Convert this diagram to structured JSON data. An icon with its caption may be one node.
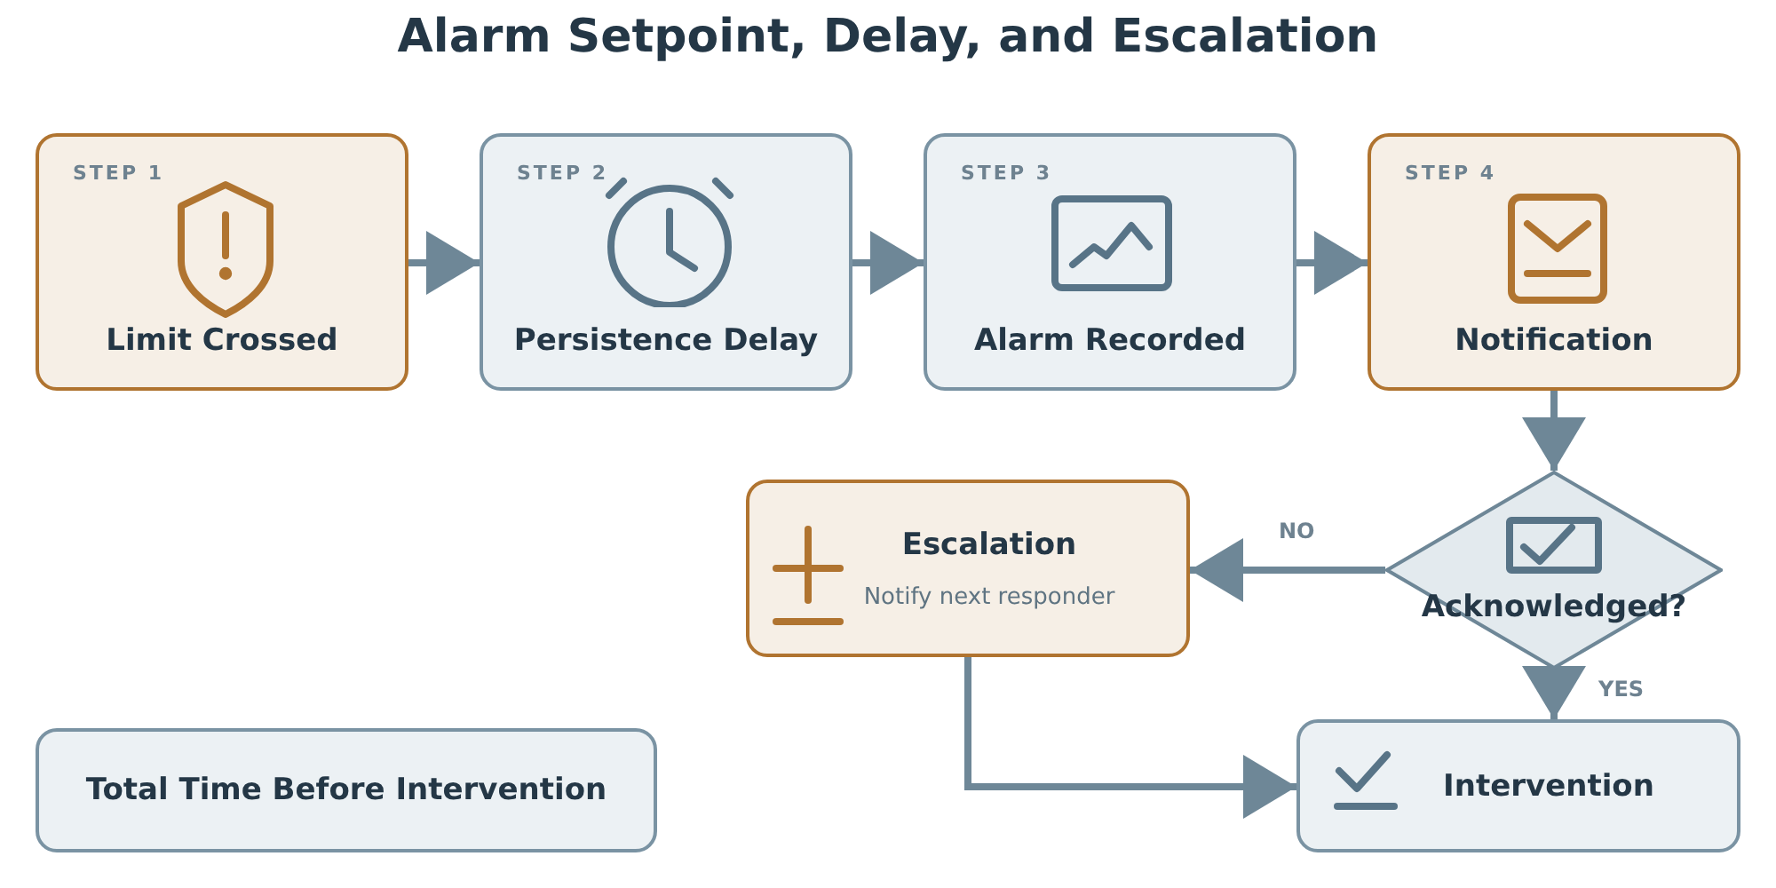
{
  "diagram": {
    "title": "Alarm Setpoint, Delay, and Escalation",
    "nodes": [
      {
        "text": [
          "STEP 1",
          "Limit Crossed"
        ]
      },
      {
        "text": [
          "STEP 2",
          "Persistence Delay"
        ]
      },
      {
        "text": [
          "STEP 3",
          "Alarm Recorded"
        ]
      },
      {
        "text": [
          "STEP 4",
          "Notification"
        ]
      },
      {
        "text": [
          "Acknowledged?"
        ]
      },
      {
        "text": [
          "Escalation",
          "Notify next responder"
        ]
      },
      {
        "text": [
          "Intervention"
        ]
      },
      {
        "text": [
          "Total Time Before Intervention"
        ]
      }
    ],
    "edges": [
      {
        "from": 0,
        "to": 1,
        "arrow": "to"
      },
      {
        "from": 1,
        "to": 2,
        "arrow": "to"
      },
      {
        "from": 2,
        "to": 3,
        "arrow": "to"
      },
      {
        "from": 3,
        "to": 4,
        "arrow": "to"
      },
      {
        "from": 4,
        "to": 5,
        "arrow": "to",
        "label": "NO"
      },
      {
        "from": 4,
        "to": 6,
        "arrow": "to",
        "label": "YES"
      },
      {
        "from": 5,
        "to": 6,
        "arrow": "to"
      }
    ]
  }
}
